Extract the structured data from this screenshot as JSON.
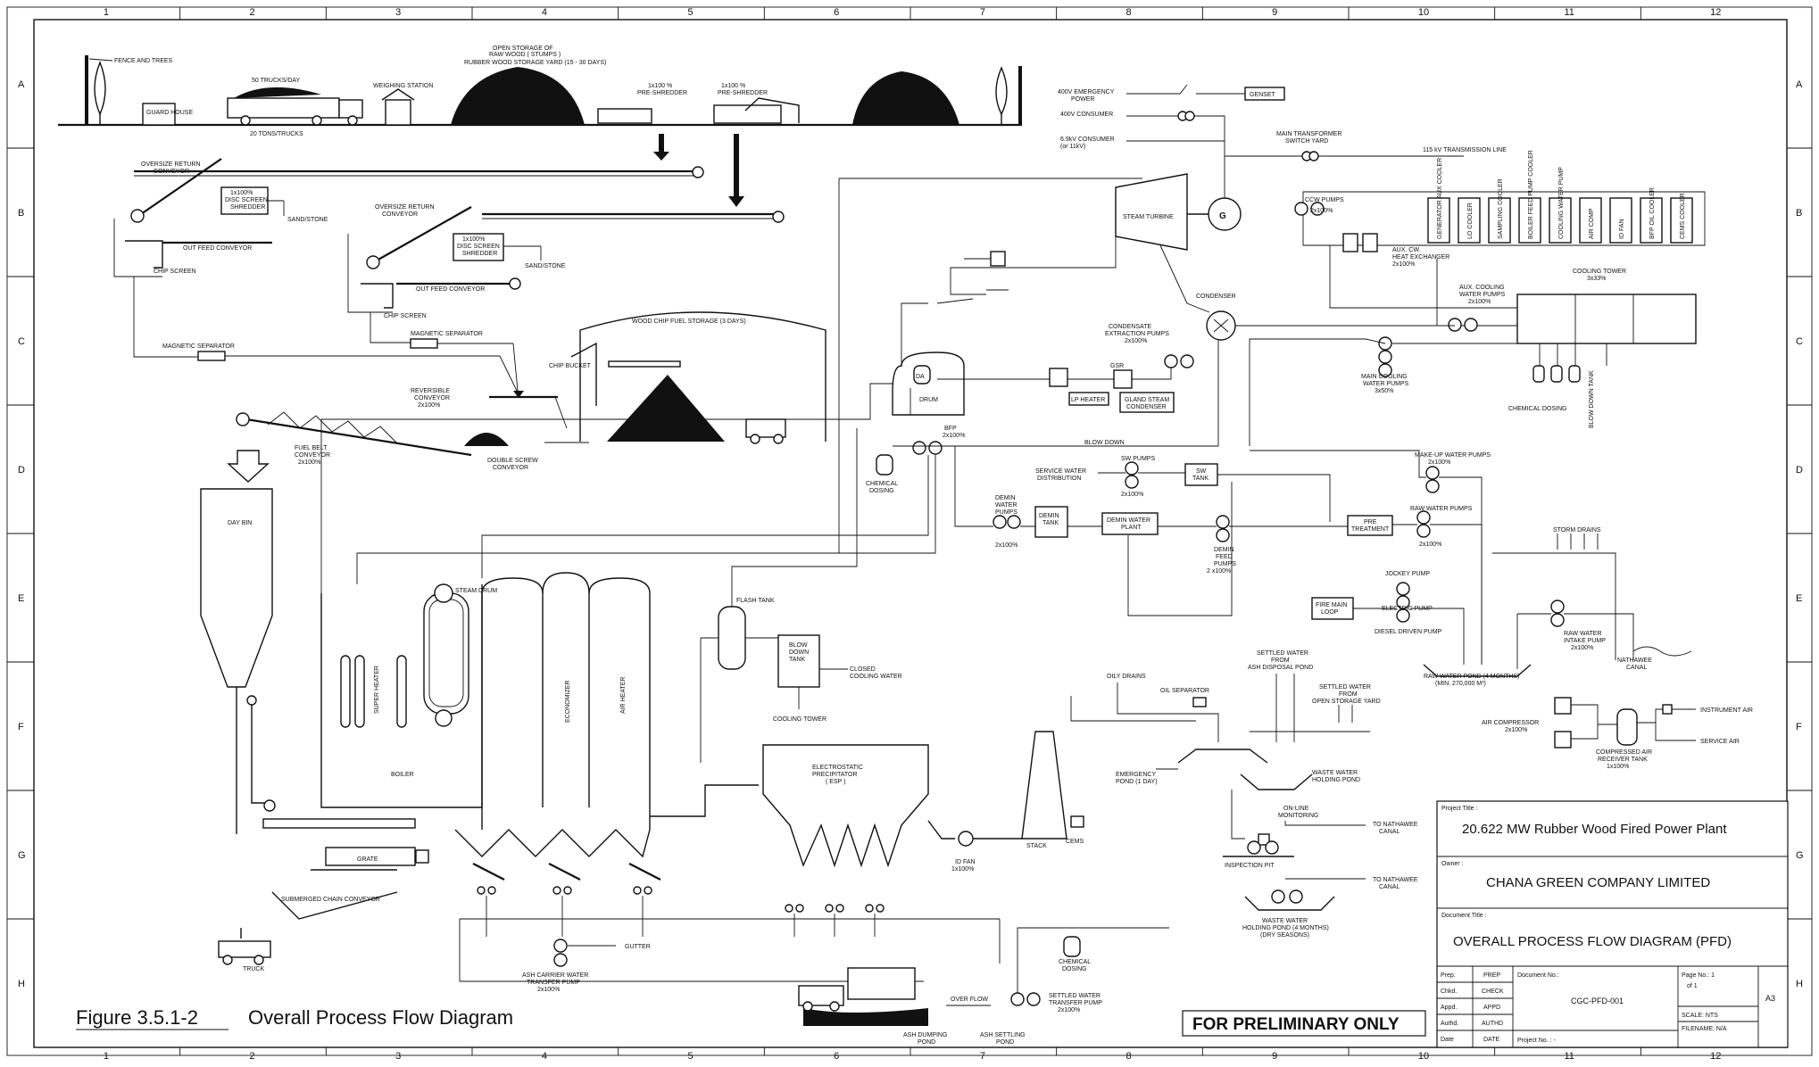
{
  "grid": {
    "columns": [
      "1",
      "2",
      "3",
      "4",
      "5",
      "6",
      "7",
      "8",
      "9",
      "10",
      "11",
      "12"
    ],
    "rows": [
      "A",
      "B",
      "C",
      "D",
      "E",
      "F",
      "G",
      "H"
    ]
  },
  "labels": {
    "fence_trees": "FENCE AND TREES",
    "open_storage_1": "OPEN STORAGE OF",
    "open_storage_2": "RAW WOOD ( STUMPS )",
    "open_storage_3": "RUBBER WOOD STORAGE YARD (15 - 30 DAYS)",
    "trucks_day": "50 TRUCKS/DAY",
    "weighing_station": "WEIGHING STATION",
    "guard_house": "GUARD HOUSE",
    "tons_trucks": "20 TONS/TRUCKS",
    "preshredder_a": "1x100 %",
    "preshredder_a2": "PRE-SHREDDER",
    "preshredder_b": "1x100 %",
    "preshredder_b2": "PRE-SHREDDER",
    "oversize_return_1": "OVERSIZE RETURN",
    "oversize_return_1b": "CONVEYOR",
    "disc_screen_1": "1x100%",
    "disc_screen_2": "DISC SCREEN",
    "disc_screen_3": "SHREDDER",
    "sand_stone_1": "SAND/STONE",
    "out_feed_1": "OUT FEED CONVEYOR",
    "chip_screen_1": "CHIP SCREEN",
    "oversize_return_2": "OVERSIZE RETURN",
    "oversize_return_2b": "CONVEYOR",
    "disc_screen_4": "1x100%",
    "disc_screen_5": "DISC SCREEN",
    "disc_screen_6": "SHREDDER",
    "sand_stone_2": "SAND/STONE",
    "out_feed_2": "OUT FEED CONVEYOR",
    "chip_screen_2": "CHIP SCREEN",
    "magnetic_sep_1": "MAGNETIC SEPARATOR",
    "magnetic_sep_2": "MAGNETIC SEPARATOR",
    "wood_chip_storage": "WOOD CHIP FUEL STORAGE (3 DAYS)",
    "chip_bucket": "CHIP BUCKET",
    "reversible_conveyor_1": "REVERSIBLE",
    "reversible_conveyor_2": "CONVEYOR",
    "reversible_conveyor_3": "2x100%",
    "fuel_belt_1": "FUEL BELT",
    "fuel_belt_2": "CONVEYOR",
    "fuel_belt_3": "2x100%",
    "double_screw_1": "DOUBLE SCREW",
    "double_screw_2": "CONVEYOR",
    "day_bin": "DAY BIN",
    "steam_drum": "STEAM DRUM",
    "super_heater": "SUPER HEATER",
    "boiler": "BOILER",
    "economizer": "ECONOMIZER",
    "air_heater": "AIR HEATER",
    "grate": "GRATE",
    "submerged_chain": "SUBMERGED CHAIN CONVEYOR",
    "truck": "TRUCK",
    "ash_carrier_1": "ASH CARRIER WATER",
    "ash_carrier_2": "TRANSFER PUMP",
    "ash_carrier_3": "2x100%",
    "gutter": "GUTTER",
    "esp_1": "ELECTROSTATIC",
    "esp_2": "PRECIPITATOR",
    "esp_3": "( ESP )",
    "id_fan_1": "ID FAN",
    "id_fan_2": "1x100%",
    "stack": "STACK",
    "cems": "CEMS",
    "flash_tank": "FLASH TANK",
    "blow_down_tank_1": "BLOW",
    "blow_down_tank_2": "DOWN",
    "blow_down_tank_3": "TANK",
    "closed_cooling_1": "CLOSED",
    "closed_cooling_2": "COOLING WATER",
    "cooling_tower_small": "COOLING TOWER",
    "drum": "DRUM",
    "da": "DA",
    "chemical_dosing_1": "CHEMICAL",
    "chemical_dosing_1b": "DOSING",
    "bfp_1": "BFP",
    "bfp_2": "2x100%",
    "blow_down": "BLOW DOWN",
    "lp_heater": "LP HEATER",
    "gland_1": "GLAND STEAM",
    "gland_2": "CONDENSER",
    "gsr": "GSR",
    "cond_ext_1": "CONDENSATE",
    "cond_ext_2": "EXTRACTION PUMPS",
    "cond_ext_3": "2x100%",
    "condenser": "CONDENSER",
    "steam_turbine": "STEAM TURBINE",
    "generator": "G",
    "emergency_power_1": "400V EMERGENCY",
    "emergency_power_2": "POWER",
    "consumer_400": "400V CONSUMER",
    "consumer_69_1": "6.9kV CONSUMER",
    "consumer_69_2": "(or 11kV)",
    "genset": "GENSET",
    "main_transformer_1": "MAIN TRANSFORMER",
    "main_transformer_2": "SWITCH YARD",
    "transmission": "115 kV TRANSMISSION LINE",
    "ccw_pumps_1": "CCW PUMPS",
    "ccw_pumps_2": "2x100%",
    "aux_cw_1": "AUX. CW.",
    "aux_cw_2": "HEAT EXCHANGER",
    "aux_cw_3": "2x100%",
    "aux_cooling_1": "AUX. COOLING",
    "aux_cooling_2": "WATER PUMPS",
    "aux_cooling_3": "2x100%",
    "cooling_tower_1": "COOLING TOWER",
    "cooling_tower_2": "3x33%",
    "main_cooling_1": "MAIN COOLING",
    "main_cooling_2": "WATER PUMPS",
    "main_cooling_3": "3x50%",
    "chemical_dosing_2": "CHEMICAL DOSING",
    "blow_down_tank_v": "BLOW DOWN TANK",
    "service_water_1": "SERVICE WATER",
    "service_water_2": "DISTRIBUTION",
    "sw_pumps_1": "SW PUMPS",
    "sw_pumps_2": "2x100%",
    "sw_tank_1": "SW",
    "sw_tank_2": "TANK",
    "makeup_pumps_1": "MAKE-UP WATER PUMPS",
    "makeup_pumps_2": "2x100%",
    "demin_pumps_1": "DEMIN",
    "demin_pumps_2": "WATER",
    "demin_pumps_3": "PUMPS",
    "demin_pumps_4": "2x100%",
    "demin_tank_1": "DEMIN",
    "demin_tank_2": "TANK",
    "demin_plant_1": "DEMIN WATER",
    "demin_plant_2": "PLANT",
    "demin_feed_1": "DEMIN",
    "demin_feed_2": "FEED",
    "demin_feed_3": "PUMPS",
    "demin_feed_4": "2 x100%",
    "pre_treatment_1": "PRE",
    "pre_treatment_2": "TREATMENT",
    "raw_water_pumps_1": "RAW WATER PUMPS",
    "raw_water_pumps_2": "2x100%",
    "storm_drains": "STORM DRAINS",
    "jockey_pump": "JOCKEY PUMP",
    "electric_pump": "ELECTRIC PUMP",
    "diesel_pump": "DIESEL DRIVEN PUMP",
    "fire_main_1": "FIRE MAIN",
    "fire_main_2": "LOOP",
    "raw_intake_1": "RAW WATER",
    "raw_intake_2": "INTAKE PUMP",
    "raw_intake_3": "2x100%",
    "nathawee_canal_1": "NATHAWEE",
    "nathawee_canal_2": "CANAL",
    "raw_pond_1": "RAW WATER POND (4 MONTHS)",
    "raw_pond_2": "(MIN. 270,000 M³)",
    "settled_1": "SETTLED WATER",
    "settled_2": "FROM",
    "settled_3": "ASH DISPOSAL POND",
    "settled_4": "SETTLED WATER",
    "settled_5": "FROM",
    "settled_6": "OPEN STORAGE YARD",
    "oily_drains": "OILY DRAINS",
    "oil_separator": "OIL SEPARATOR",
    "emergency_pond_1": "EMERGENCY",
    "emergency_pond_2": "POND (1 DAY)",
    "waste_holding_1": "WASTE WATER",
    "waste_holding_2": "HOLDING POND",
    "online_1": "ON-LINE",
    "online_2": "MONITORING",
    "to_nathawee_1": "TO NATHAWEE",
    "to_nathawee_1b": "CANAL",
    "inspection_pit": "INSPECTION PIT",
    "to_nathawee_2": "TO NATHAWEE",
    "to_nathawee_2b": "CANAL",
    "waste_pond_1": "WASTE WATER",
    "waste_pond_2": "HOLDING POND (4 MONTHS)",
    "waste_pond_3": "(DRY SEASONS)",
    "air_compressor_1": "AIR COMPRESSOR",
    "air_compressor_2": "2x100%",
    "compressed_air_1": "COMPRESSED AIR",
    "compressed_air_2": "RECEIVER TANK",
    "compressed_air_3": "1x100%",
    "instrument_air": "INSTRUMENT AIR",
    "service_air": "SERVICE AIR",
    "chemical_dosing_3": "CHEMICAL",
    "chemical_dosing_3b": "DOSING",
    "over_flow": "OVER FLOW",
    "ash_dumping_1": "ASH DUMPING",
    "ash_dumping_2": "POND",
    "ash_settling_1": "ASH SETTLING",
    "ash_settling_2": "POND",
    "settled_pump_1": "SETTLED WATER",
    "settled_pump_2": "TRANSFER PUMP",
    "settled_pump_3": "2x100%",
    "equip_1": "GENERATOR AUX COOLER",
    "equip_2": "LO COOLER",
    "equip_3": "SAMPLING COOLER",
    "equip_4": "BOILER FEED PUMP COOLER",
    "equip_5": "COOLING WATER PUMP",
    "equip_6": "AIR COMP",
    "equip_7": "ID FAN",
    "equip_8": "BFP OIL COOLER",
    "equip_9": "CEMS COOLER"
  },
  "title_block": {
    "project_title_label": "Project Title :",
    "project_title": "20.622 MW Rubber Wood Fired Power Plant",
    "owner_label": "Owner :",
    "owner": "CHANA GREEN COMPANY LIMITED",
    "document_title_label": "Document Title :",
    "document_title": "OVERALL PROCESS FLOW DIAGRAM (PFD)",
    "prep": "Prep.",
    "prep_v": "PREP",
    "chkd": "Chkd.",
    "chkd_v": "CHECK",
    "appd": "Appd.",
    "appd_v": "APPD",
    "authd": "Authd.",
    "authd_v": "AUTHD",
    "date": "Date",
    "date_v": "DATE",
    "document_no_label": "Document No.:",
    "document_no": "CGC-PFD-001",
    "project_no": "Project No. : -",
    "page_no_label": "Page No.: 1",
    "page_of": "of 1",
    "scale": "SCALE: NTS",
    "rev": "FILENAME: N/A",
    "size": "A3"
  },
  "caption": {
    "figure_no": "Figure 3.5.1-2",
    "title": "Overall Process Flow Diagram"
  },
  "stamp": "FOR PRELIMINARY ONLY"
}
